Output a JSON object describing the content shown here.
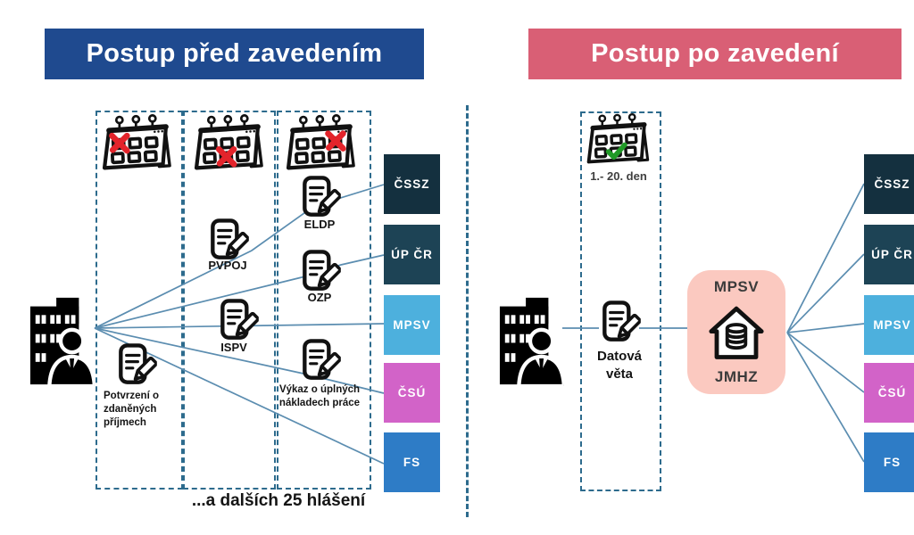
{
  "left_panel": {
    "title": "Postup před zavedením",
    "footnote": "...a dalších 25 hlášení",
    "documents": {
      "potvrzeni": "Potvrzení o zdaněných příjmech",
      "pvpoj": "PVPOJ",
      "ispv": "ISPV",
      "eldp": "ELDP",
      "ozp": "OZP",
      "vykaz": "Výkaz o úplných nákladech práce"
    }
  },
  "right_panel": {
    "title": "Postup po zavedení",
    "deadline": "1.- 20. den",
    "document": "Datová věta",
    "hub": {
      "org": "MPSV",
      "system": "JMHZ"
    }
  },
  "agencies": [
    {
      "label": "ČSSZ",
      "color": "#14303f"
    },
    {
      "label": "ÚP ČR",
      "color": "#1d4355"
    },
    {
      "label": "MPSV",
      "color": "#4db0dd"
    },
    {
      "label": "ČSÚ",
      "color": "#d263c8"
    },
    {
      "label": "FS",
      "color": "#2e7cc6"
    }
  ],
  "colors": {
    "left_header_bg": "#1f4a8f",
    "right_header_bg": "#d95f75",
    "hub_bg": "#fbc9c0",
    "connector_line": "#5b8db0",
    "dashed_border": "#2d6b8d",
    "x_mark": "#e3242b",
    "check_mark": "#219a27"
  },
  "icons": {
    "employer": "building-person-icon",
    "report": "document-pencil-icon",
    "calendar_missed": "calendar-crossed-icon",
    "calendar_ok": "calendar-checked-icon",
    "hub": "house-database-icon"
  }
}
